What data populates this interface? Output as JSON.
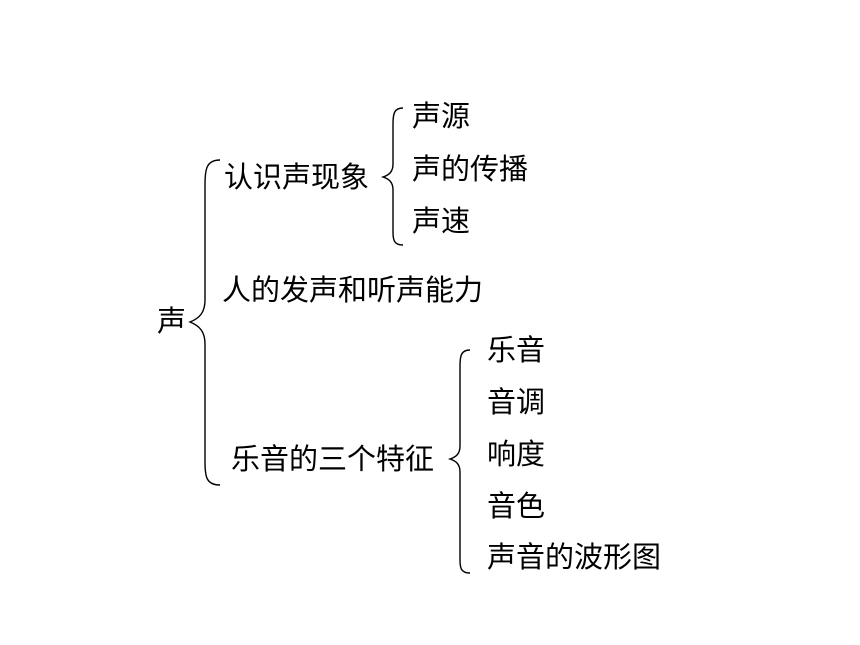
{
  "root": "声",
  "branches": [
    {
      "label": "认识声现象",
      "children": [
        "声源",
        "声的传播",
        "声速"
      ]
    },
    {
      "label": "人的发声和听声能力",
      "children": []
    },
    {
      "label": "乐音的三个特征",
      "children": [
        "乐音",
        "音调",
        "响度",
        "音色",
        "声音的波形图"
      ]
    }
  ]
}
